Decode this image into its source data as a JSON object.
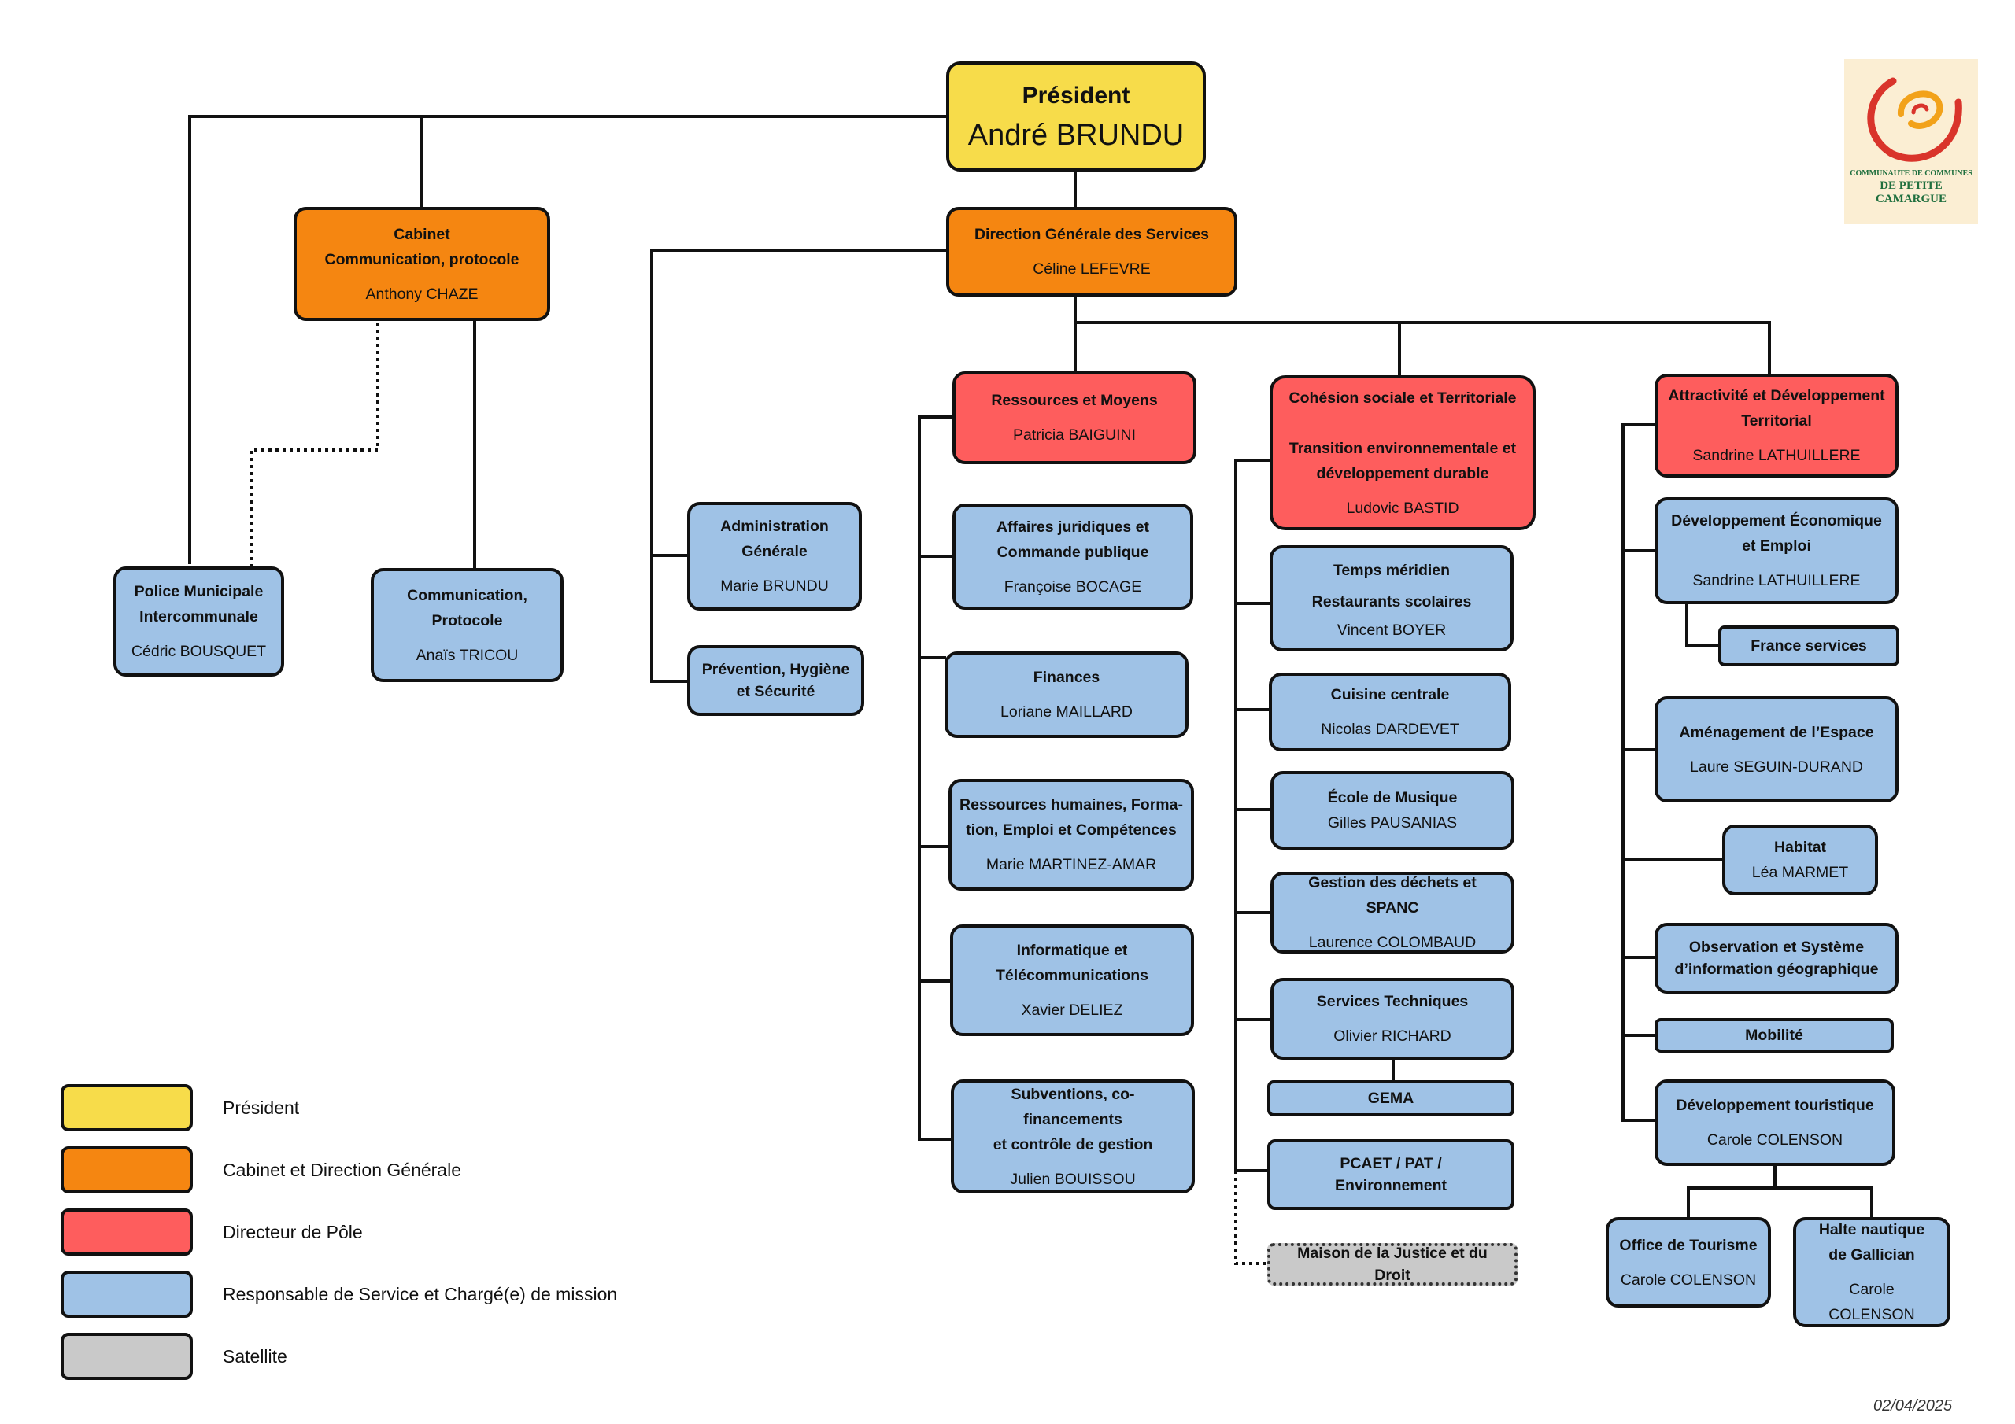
{
  "logo": {
    "line1": "COMMUNAUTE DE COMMUNES",
    "line2": "DE PETITE",
    "line3": "CAMARGUE",
    "colors": {
      "swirl": "#d9342b",
      "accent": "#f2a21a",
      "text": "#1f6f3e",
      "background": "#fbeed3"
    }
  },
  "colors": {
    "president": "#f7dc4a",
    "direction": "#f58611",
    "pole": "#fe5d5d",
    "service": "#9fc2e6",
    "satellite": "#c9c9c9"
  },
  "president": {
    "title": "Président",
    "name": "André BRUNDU"
  },
  "cabinet": {
    "title": "Cabinet\nCommunication, protocole",
    "name": "Anthony CHAZE"
  },
  "dgs": {
    "title": "Direction Générale des Services",
    "name": "Céline LEFEVRE"
  },
  "police": {
    "title": "Police Municipale\nIntercommunale",
    "name": "Cédric BOUSQUET"
  },
  "communication": {
    "title": "Communication,\nProtocole",
    "name": "Anaïs TRICOU"
  },
  "admin": {
    "title": "Administration\nGénérale",
    "name": "Marie BRUNDU"
  },
  "prevention": {
    "title": "Prévention, Hygiène\net Sécurité"
  },
  "pole_ressources": {
    "title": "Ressources et Moyens",
    "name": "Patricia BAIGUINI",
    "services": [
      {
        "title": "Affaires juridiques et\nCommande publique",
        "name": "Françoise BOCAGE"
      },
      {
        "title": "Finances",
        "name": "Loriane MAILLARD"
      },
      {
        "title": "Ressources humaines, Forma-\ntion, Emploi et Compétences",
        "name": "Marie MARTINEZ-AMAR"
      },
      {
        "title": "Informatique et\nTélécommunications",
        "name": "Xavier DELIEZ"
      },
      {
        "title": "Subventions, co-financements\net contrôle de gestion",
        "name": "Julien BOUISSOU"
      }
    ]
  },
  "pole_cohesion": {
    "title": "Cohésion sociale et Territoriale\n\nTransition environnementale et\ndéveloppement durable",
    "name": "Ludovic BASTID",
    "services": [
      {
        "title": "Temps méridien\nRestaurants scolaires",
        "name": "Vincent BOYER"
      },
      {
        "title": "Cuisine centrale",
        "name": "Nicolas DARDEVET"
      },
      {
        "title": "École de Musique",
        "name": "Gilles PAUSANIAS"
      },
      {
        "title": "Gestion des déchets et SPANC",
        "name": "Laurence COLOMBAUD"
      },
      {
        "title": "Services Techniques",
        "name": "Olivier RICHARD"
      },
      {
        "title": "GEMA"
      },
      {
        "title": "PCAET / PAT /\nEnvironnement"
      },
      {
        "title": "Maison de la Justice et du Droit"
      }
    ]
  },
  "pole_attractivite": {
    "title": "Attractivité et Développement\nTerritorial",
    "name": "Sandrine LATHUILLERE",
    "services": [
      {
        "title": "Développement Économique\net Emploi",
        "name": "Sandrine LATHUILLERE"
      },
      {
        "title": "France services"
      },
      {
        "title": "Aménagement de l’Espace",
        "name": "Laure SEGUIN-DURAND"
      },
      {
        "title": "Habitat",
        "name": "Léa MARMET"
      },
      {
        "title": "Observation et Système\nd’information géographique"
      },
      {
        "title": "Mobilité"
      },
      {
        "title": "Développement touristique",
        "name": "Carole COLENSON"
      },
      {
        "title": "Office de Tourisme",
        "name": "Carole COLENSON"
      },
      {
        "title": "Halte nautique\nde Gallician",
        "name": "Carole COLENSON"
      }
    ]
  },
  "legend": [
    {
      "label": "Président",
      "color": "#f7dc4a"
    },
    {
      "label": "Cabinet et Direction Générale",
      "color": "#f58611"
    },
    {
      "label": "Directeur de Pôle",
      "color": "#fe5d5d"
    },
    {
      "label": "Responsable de Service et Chargé(e) de mission",
      "color": "#9fc2e6"
    },
    {
      "label": "Satellite",
      "color": "#c9c9c9"
    }
  ],
  "date": "02/04/2025"
}
